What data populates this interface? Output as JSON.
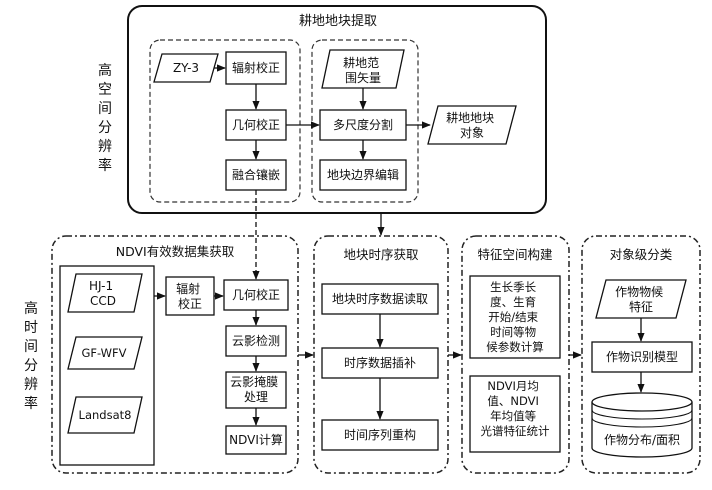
{
  "side_labels": {
    "high_spatial": "高空间分辨率",
    "high_temporal": "高时间分辨率"
  },
  "sections": {
    "farmland_extraction": "耕地地块提取",
    "ndvi": "NDVI有效数据集获取",
    "timeseries": "地块时序获取",
    "feature": "特征空间构建",
    "classification": "对象级分类"
  },
  "nodes": {
    "zy3": "ZY-3",
    "radiometric_1": "辐射校正",
    "geometric_1": "几何校正",
    "fusion": "融合镶嵌",
    "farmland_vector": [
      "耕地范",
      "围矢量"
    ],
    "multiscale": "多尺度分割",
    "parcel_edit": "地块边界编辑",
    "parcel_object": [
      "耕地地块",
      "对象"
    ],
    "hj1": [
      "HJ-1",
      "CCD"
    ],
    "gfwfv": "GF-WFV",
    "landsat8": "Landsat8",
    "radiometric_2": [
      "辐射",
      "校正"
    ],
    "geometric_2": "几何校正",
    "cloud_detect": "云影检测",
    "cloud_mask": [
      "云影掩膜",
      "处理"
    ],
    "ndvi_calc": "NDVI计算",
    "ts_read": "地块时序数据读取",
    "ts_interp": "时序数据插补",
    "ts_recon": "时间序列重构",
    "pheno_params": [
      "生长季长",
      "度、生育",
      "开始/结束",
      "时间等物",
      "候参数计算"
    ],
    "spectral_stats": [
      "NDVI月均",
      "值、NDVI",
      "年均值等",
      "光谱特征统计"
    ],
    "crop_pheno": [
      "作物物候",
      "特征"
    ],
    "crop_model": "作物识别模型",
    "crop_distribution": "作物分布/面积"
  }
}
